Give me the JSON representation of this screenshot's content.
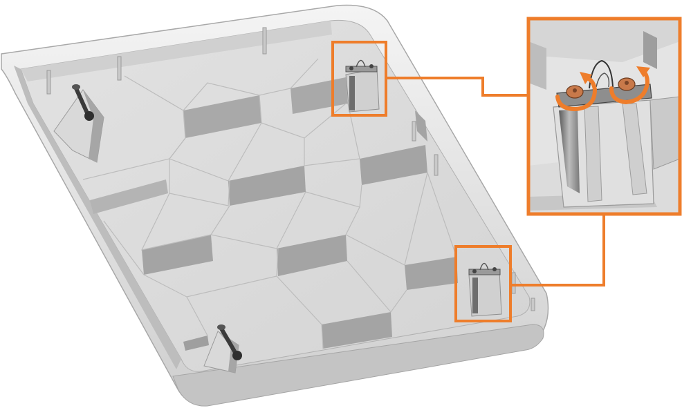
{
  "figure": {
    "description_visible_text": []
  },
  "colors": {
    "callout": "#ee7d2b",
    "tray_light": "#e9e9e9",
    "tray_mid": "#d6d6d6",
    "tray_dark": "#9c9c9c",
    "wall_shadow": "#8a8a8a",
    "nut": "#c8794a",
    "bolt": "#3a3a3a",
    "outline": "#b5b5b5"
  },
  "callouts": [
    {
      "name": "upper-clip-callout-box"
    },
    {
      "name": "lower-clip-callout-box"
    },
    {
      "name": "detail-zoom-box"
    }
  ],
  "detail": {
    "rotation_arrows": 2,
    "nuts": 2
  }
}
